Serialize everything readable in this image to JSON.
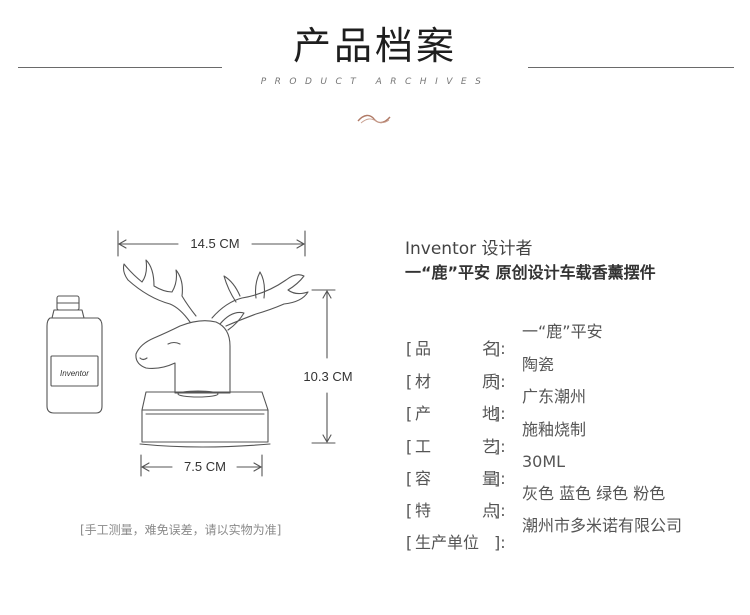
{
  "header": {
    "title": "产品档案",
    "subtitle": "PRODUCT ARCHIVES"
  },
  "illustration": {
    "dim_width": "14.5 CM",
    "dim_height": "10.3 CM",
    "dim_base": "7.5 CM",
    "bottle_label": "Inventor",
    "note": "[手工测量，难免误差，请以实物为准]"
  },
  "info": {
    "designer": "Inventor 设计者",
    "product_name": "一“鹿”平安 原创设计车载香薰摆件",
    "specs": [
      {
        "label": "品名",
        "value": "一“鹿”平安"
      },
      {
        "label": "材质",
        "value": "陶瓷"
      },
      {
        "label": "产地",
        "value": "广东潮州"
      },
      {
        "label": "工艺",
        "value": "施釉烧制"
      },
      {
        "label": "容量",
        "value": "30ML"
      },
      {
        "label": "特点",
        "value": "灰色 蓝色 绿色 粉色"
      },
      {
        "label": "生产单位",
        "value": "潮州市多米诺有限公司"
      }
    ]
  }
}
